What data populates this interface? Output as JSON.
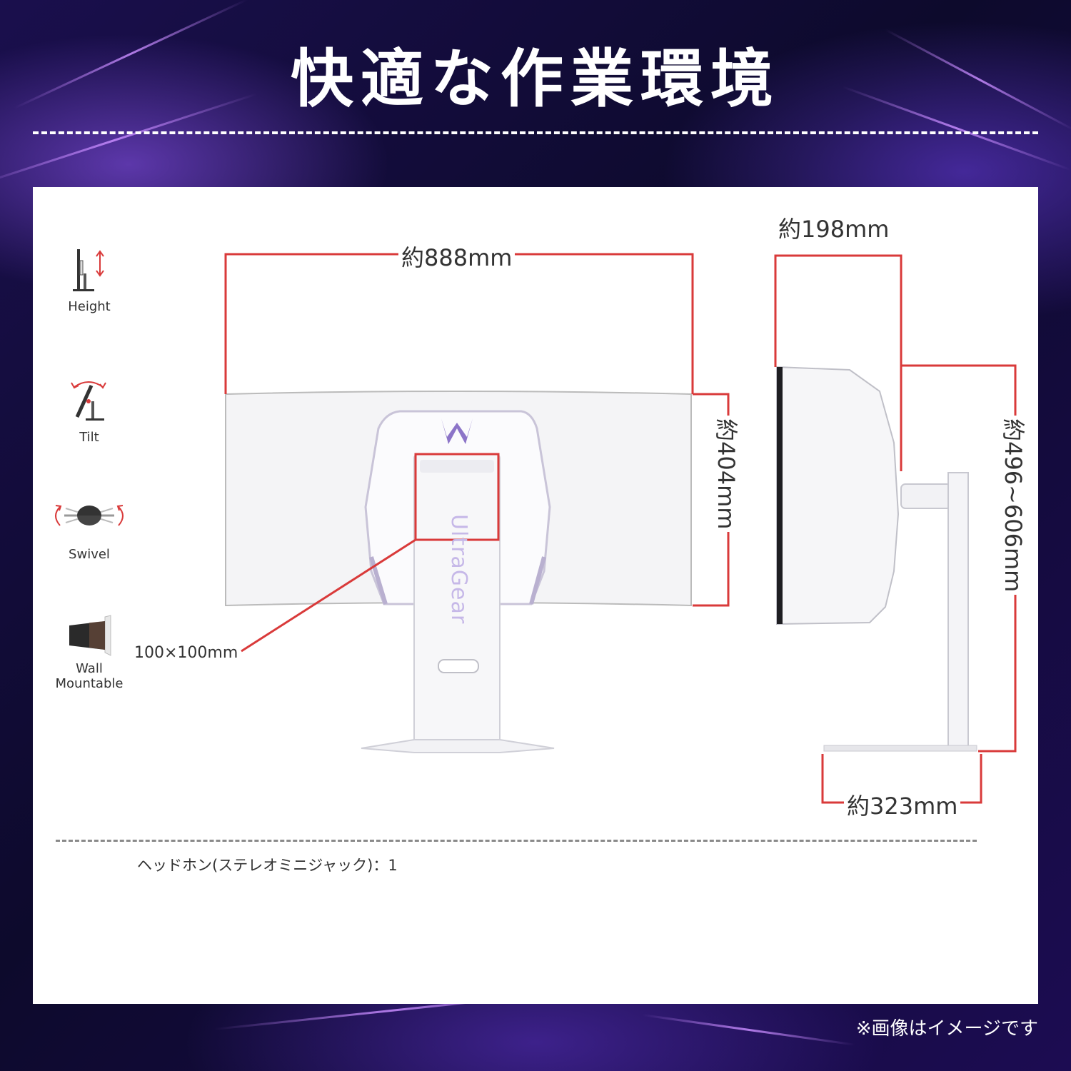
{
  "header": {
    "title": "快適な作業環境"
  },
  "features": [
    {
      "icon": "height-adjust-icon",
      "label": "Height"
    },
    {
      "icon": "tilt-icon",
      "label": "Tilt"
    },
    {
      "icon": "swivel-icon",
      "label": "Swivel"
    },
    {
      "icon": "wall-mount-icon",
      "label": "Wall\nMountable"
    }
  ],
  "dimensions": {
    "width": "約888mm",
    "height": "約404mm",
    "depth": "約198mm",
    "stand_height": "約496~606mm",
    "base_depth": "約323mm",
    "vesa": "100×100mm"
  },
  "product": {
    "brand_text": "UltraGear"
  },
  "note": "ヘッドホン(ステレオミニジャック)：1",
  "disclaimer": "※画像はイメージです",
  "colors": {
    "accent_red": "#d93a3a",
    "panel_bg": "#ffffff",
    "background": "#120a38"
  }
}
